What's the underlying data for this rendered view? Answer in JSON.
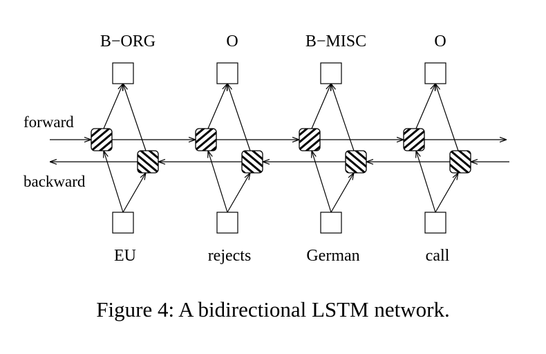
{
  "figure": {
    "caption": "Figure 4: A bidirectional LSTM network.",
    "direction_labels": {
      "forward": "forward",
      "backward": "backward"
    },
    "output_tags": [
      "B−ORG",
      "O",
      "B−MISC",
      "O"
    ],
    "input_words": [
      "EU",
      "rejects",
      "German",
      "call"
    ]
  }
}
